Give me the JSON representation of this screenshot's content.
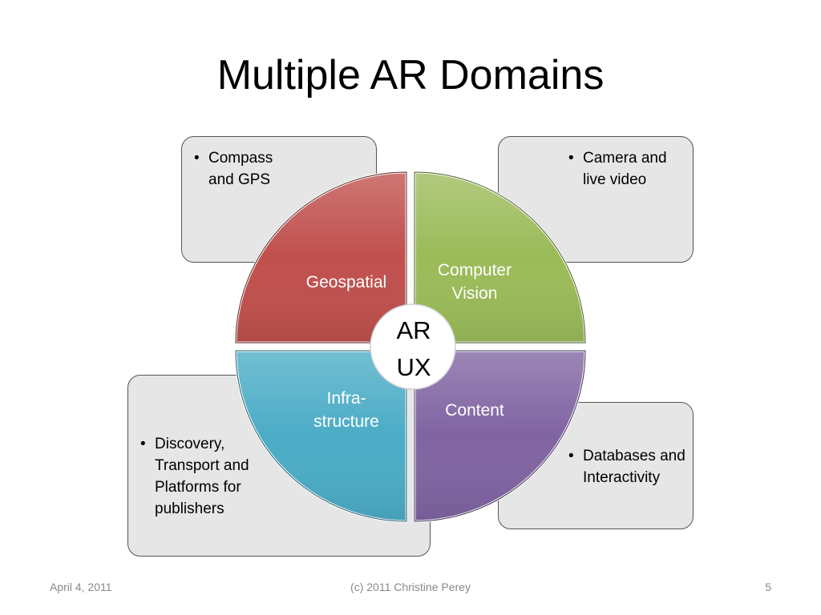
{
  "slide": {
    "title": "Multiple AR Domains",
    "center_label": "AR\nUX",
    "quadrants": {
      "geospatial": {
        "label": "Geospatial",
        "color": "#c0504d"
      },
      "computer_vision": {
        "label": "Computer\nVision",
        "color": "#9bbb59"
      },
      "infrastructure": {
        "label": "Infra-\nstructure",
        "color": "#4bacc6"
      },
      "content": {
        "label": "Content",
        "color": "#8064a2"
      }
    },
    "callouts": {
      "top_left": {
        "bullets": [
          "Compass and GPS"
        ]
      },
      "top_right": {
        "bullets": [
          "Camera and live video"
        ]
      },
      "bottom_left": {
        "bullets": [
          "Discovery, Transport and Platforms for publishers"
        ]
      },
      "bottom_right": {
        "bullets": [
          "Databases and Interactivity"
        ]
      }
    },
    "footer": {
      "date": "April 4, 2011",
      "center": "(c) 2011 Christine Perey",
      "page": "5"
    }
  }
}
